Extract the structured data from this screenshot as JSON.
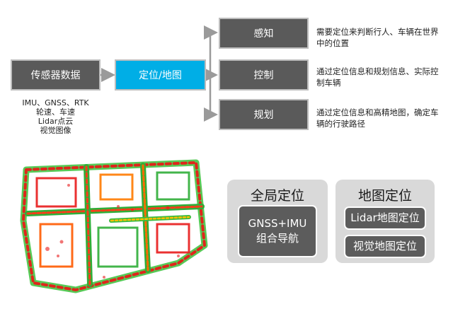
{
  "flow": {
    "sensor_box": "传感器数据",
    "center_box": "定位/地图",
    "sensor_inputs": [
      "IMU、GNSS、RTK",
      "轮速、车速",
      "Lidar点云",
      "视觉图像"
    ],
    "outputs": [
      {
        "label": "感知",
        "desc_line1": "需要定位来判断行人、车辆在世界",
        "desc_line2": "中的位置"
      },
      {
        "label": "控制",
        "desc_line1": "通过定位信息和规划信息、实际控",
        "desc_line2": "制车辆"
      },
      {
        "label": "规划",
        "desc_line1": "通过定位信息和高精地图，确定车",
        "desc_line2": "辆的行驶路径"
      }
    ]
  },
  "global_panel": {
    "title": "全局定位",
    "item_line1": "GNSS+IMU",
    "item_line2": "组合导航"
  },
  "map_panel": {
    "title": "地图定位",
    "items": [
      "Lidar地图定位",
      "视觉地图定位"
    ]
  },
  "colors": {
    "gray_box": "#5a5a5a",
    "blue_box": "#00aee6",
    "panel_bg": "#d9d9d9",
    "arrow": "#9a9a9a"
  },
  "icons": [
    "point-cloud-map-image"
  ]
}
